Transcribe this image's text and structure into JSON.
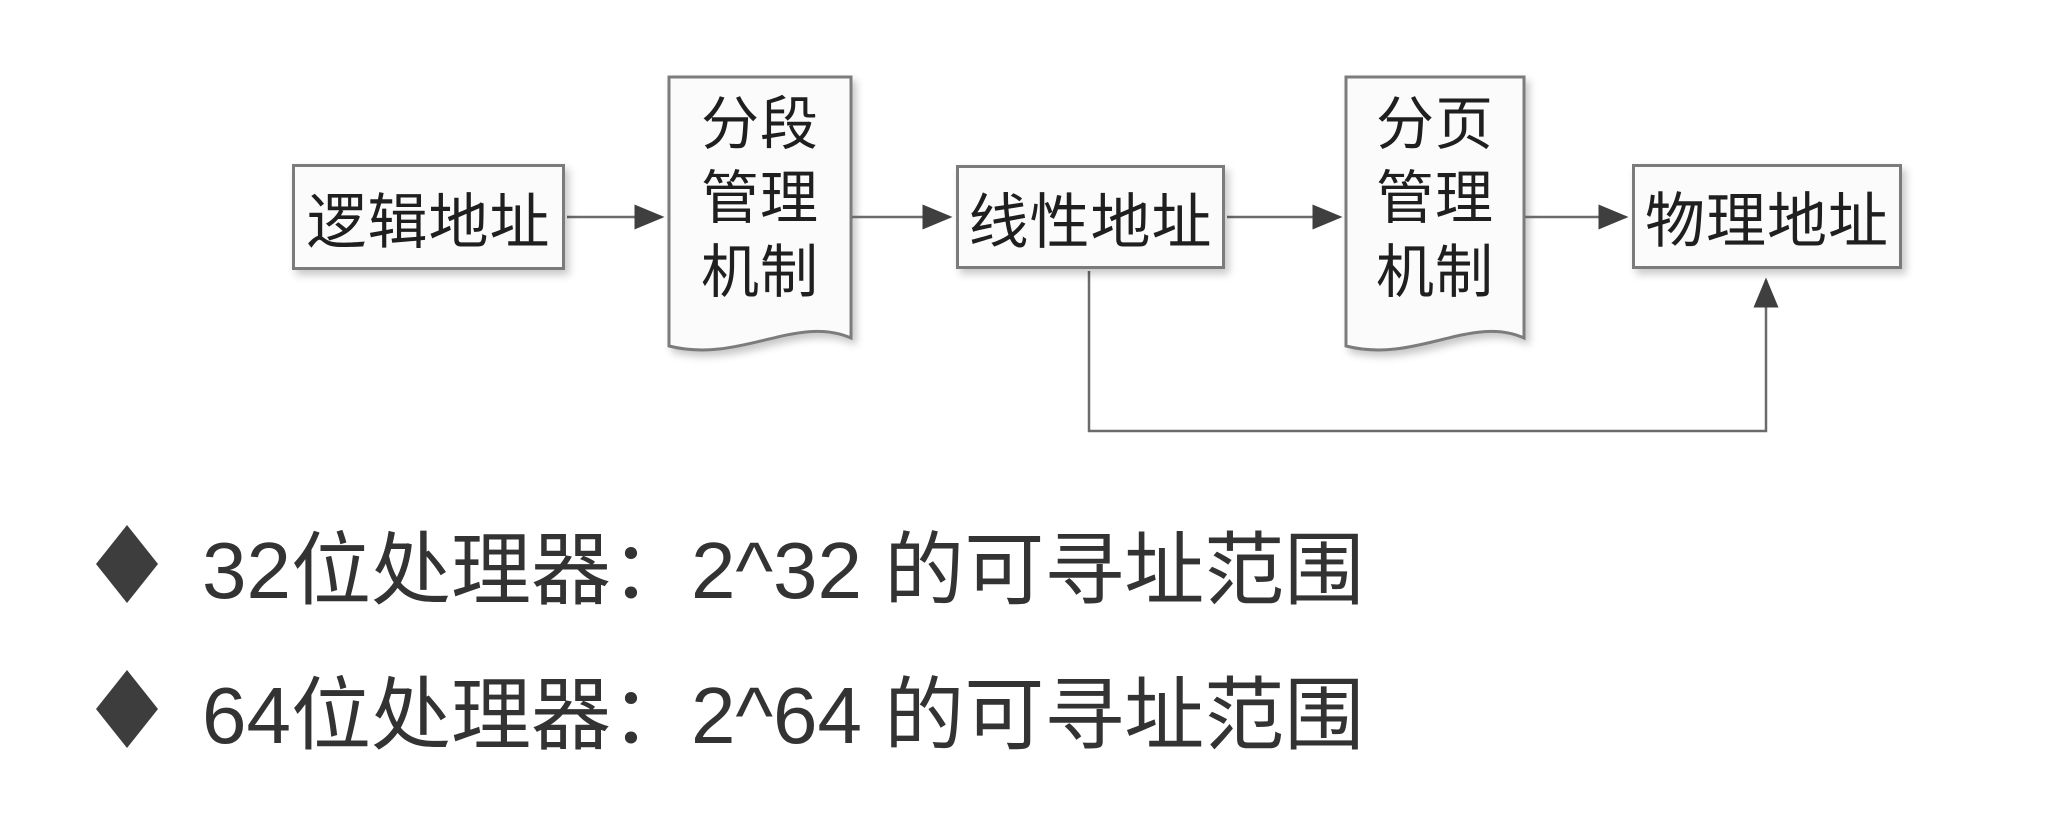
{
  "slide": {
    "background": "#ffffff"
  },
  "diagram": {
    "nodes": [
      {
        "id": "logical-address",
        "shape": "rectangle",
        "label": "逻辑地址"
      },
      {
        "id": "segmentation-mechanism",
        "shape": "document",
        "label": "分段管理机制",
        "lines": [
          "分段",
          "管理",
          "机制"
        ]
      },
      {
        "id": "linear-address",
        "shape": "rectangle",
        "label": "线性地址"
      },
      {
        "id": "paging-mechanism",
        "shape": "document",
        "label": "分页管理机制",
        "lines": [
          "分页",
          "管理",
          "机制"
        ]
      },
      {
        "id": "physical-address",
        "shape": "rectangle",
        "label": "物理地址"
      }
    ],
    "edges": [
      {
        "from": "logical-address",
        "to": "segmentation-mechanism",
        "type": "arrow"
      },
      {
        "from": "segmentation-mechanism",
        "to": "linear-address",
        "type": "arrow"
      },
      {
        "from": "linear-address",
        "to": "paging-mechanism",
        "type": "arrow"
      },
      {
        "from": "paging-mechanism",
        "to": "physical-address",
        "type": "arrow"
      },
      {
        "from": "linear-address",
        "to": "physical-address",
        "type": "arrow",
        "route": "down-right-up"
      }
    ],
    "colors": {
      "node_fill": "#fbfbfb",
      "node_border": "#7b7b7b",
      "node_text": "#1f1f1f",
      "line": "#6b6b6b",
      "arrowhead": "#3f3f3f"
    }
  },
  "bullets": {
    "marker": "diamond",
    "marker_color": "#3d3d3d",
    "text_color": "#333333",
    "items": [
      {
        "text": "32位处理器：2^32 的可寻址范围"
      },
      {
        "text": "64位处理器：2^64 的可寻址范围"
      }
    ]
  }
}
